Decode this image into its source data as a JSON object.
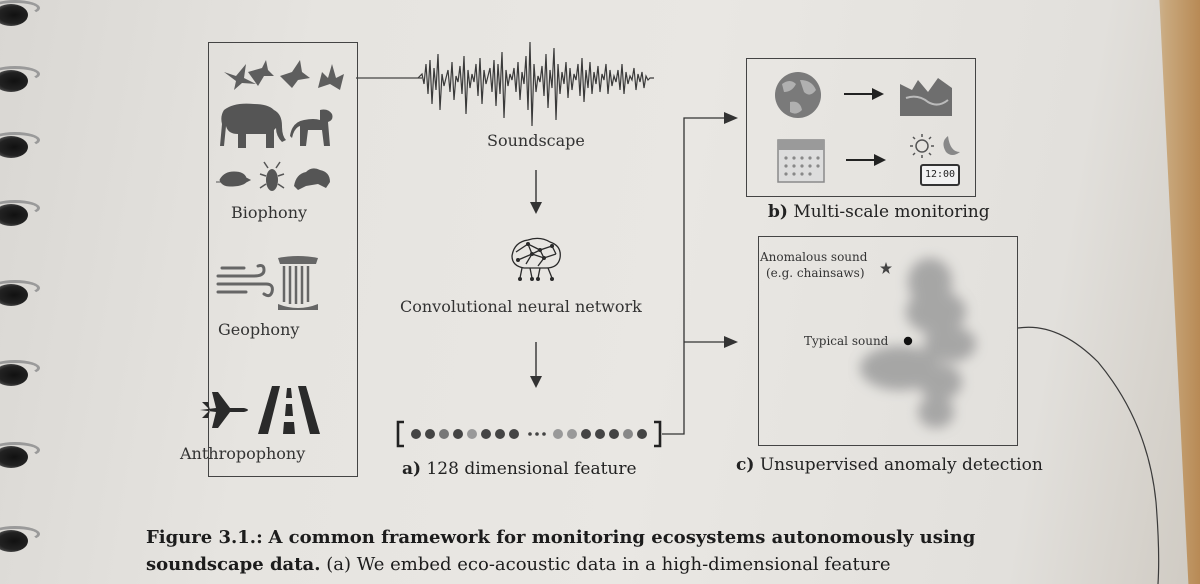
{
  "sources": {
    "biophony_label": "Biophony",
    "geophony_label": "Geophony",
    "anthropophony_label": "Anthropophony"
  },
  "pipeline": {
    "soundscape_label": "Soundscape",
    "cnn_label": "Convolutional neural network",
    "feature_caption_letter": "a)",
    "feature_caption_text": "128 dimensional feature"
  },
  "monitoring": {
    "caption_letter": "b)",
    "caption_text": "Multi-scale monitoring",
    "clock_readout": "12:00"
  },
  "anomaly": {
    "anomalous_label_line1": "Anomalous sound",
    "anomalous_label_line2": "(e.g. chainsaws)",
    "typical_label": "Typical sound",
    "caption_letter": "c)",
    "caption_text": "Unsupervised anomaly detection"
  },
  "figure_caption": {
    "number": "Figure 3.1.:",
    "bold_text": "A common framework for monitoring ecosystems autonomously using soundscape data.",
    "body_text": "(a) We embed eco-acoustic data in a high-dimensional feature"
  },
  "colors": {
    "ink": "#2d2d2d",
    "icon_gray": "#6b6b6b",
    "cluster_gray": "#9c9c9c"
  }
}
